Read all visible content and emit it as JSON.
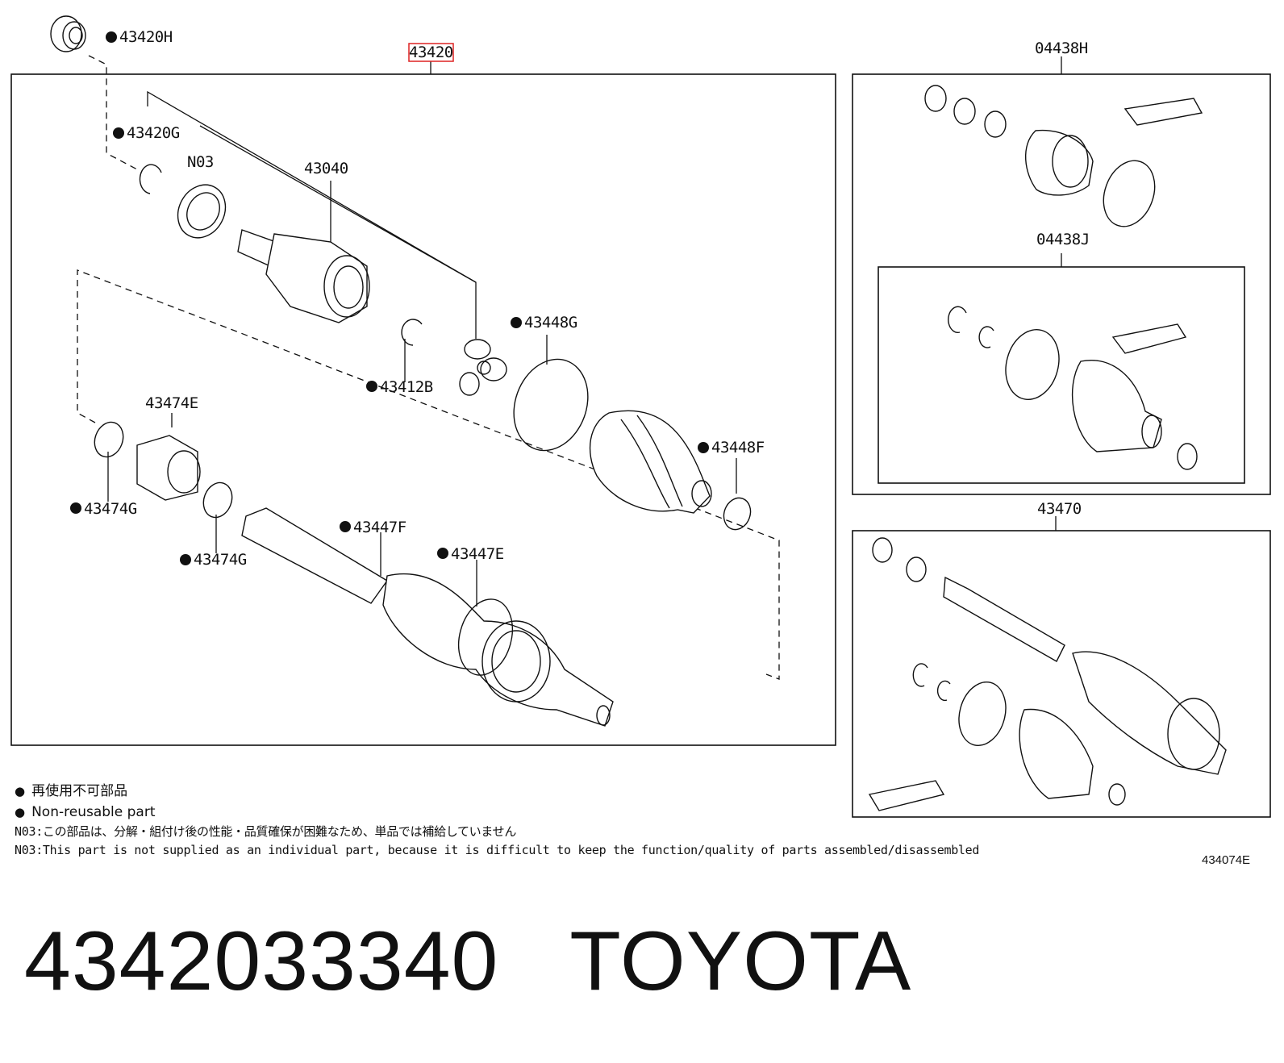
{
  "part_labels": {
    "p43420H": "43420H",
    "p43420": "43420",
    "p04438H": "04438H",
    "p43420G": "43420G",
    "n03": "N03",
    "p43040": "43040",
    "p04438J": "04438J",
    "p43448G": "43448G",
    "p43412B": "43412B",
    "p43474E": "43474E",
    "p43448F": "43448F",
    "p43474G_a": "43474G",
    "p43447F": "43447F",
    "p43474G_b": "43474G",
    "p43447E": "43447E",
    "p43470": "43470"
  },
  "notes": {
    "legend_jp": "再使用不可部品",
    "legend_en": "Non-reusable part",
    "n03_jp": "N03:この部品は、分解・組付け後の性能・品質確保が困難なため、単品では補給していません",
    "n03_en": "N03:This part is not supplied as an individual part, because it is difficult to keep the function/quality of parts assembled/disassembled",
    "bullet": "●"
  },
  "figure_code": "434074E",
  "title": {
    "part_number": "4342033340",
    "brand": "TOYOTA",
    "separator": "   "
  },
  "colors": {
    "line": "#111111",
    "highlight": "#dd2222",
    "background": "#ffffff"
  }
}
